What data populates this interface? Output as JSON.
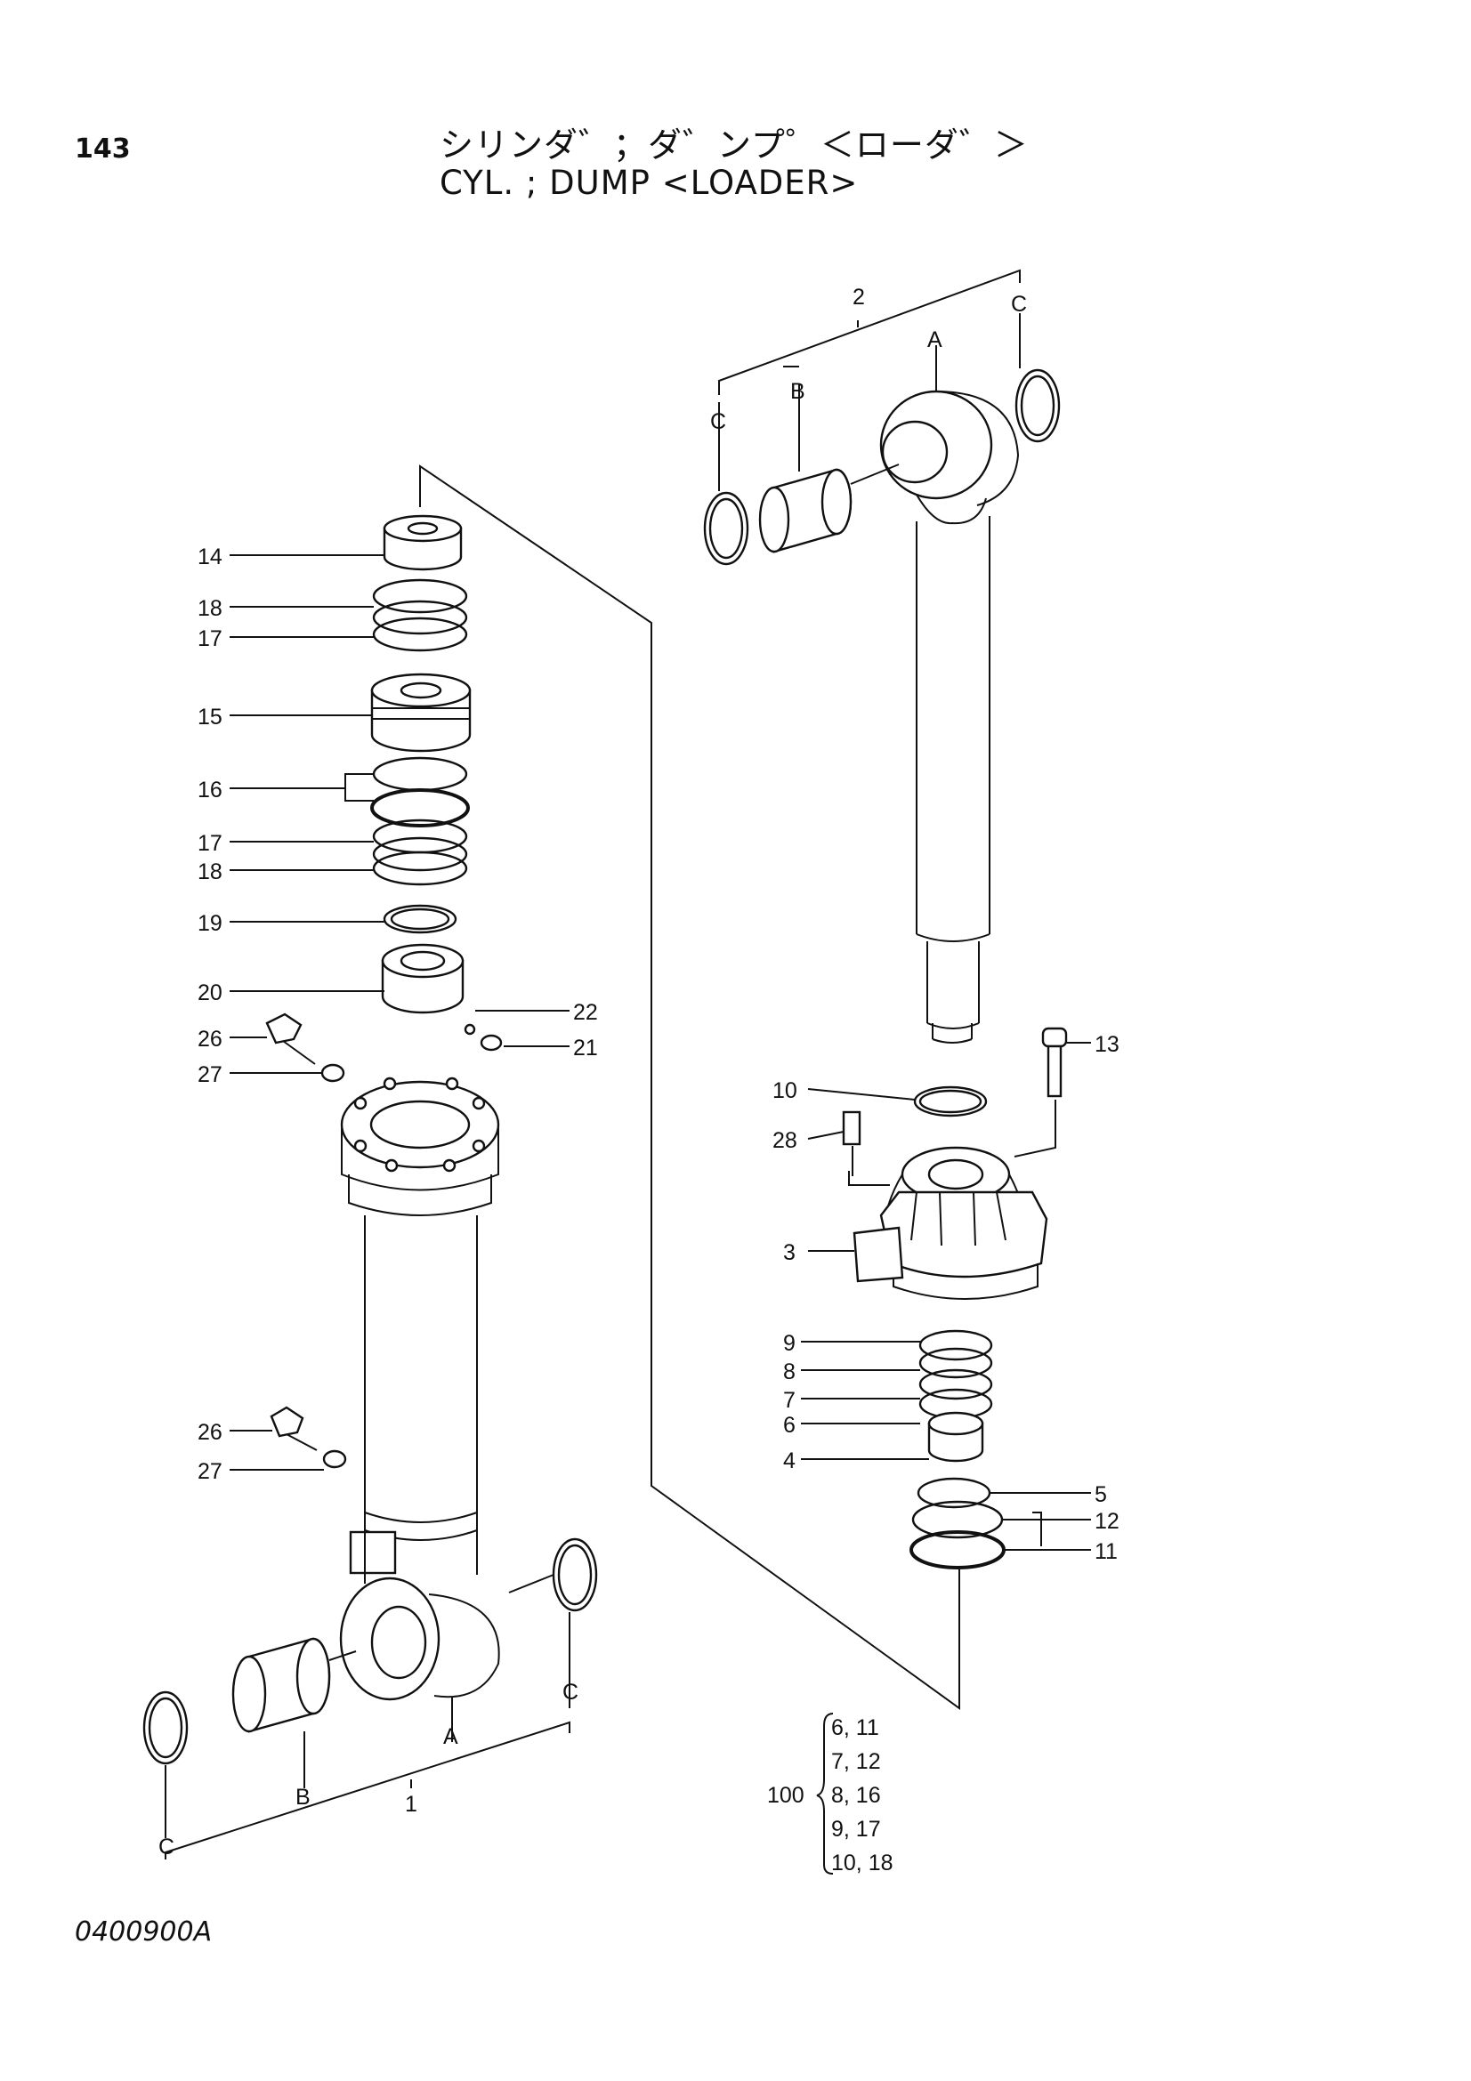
{
  "header": {
    "page_number": "143",
    "title_jp": "シリンダ゛；ダ゛ンプ゜＜ローダ゛＞",
    "title_en": "CYL. ; DUMP <LOADER>"
  },
  "footer": {
    "drawing_code": "0400900A"
  },
  "callouts": {
    "left": [
      "14",
      "18",
      "17",
      "15",
      "16",
      "17",
      "18",
      "19",
      "20",
      "26",
      "27",
      "26",
      "27"
    ],
    "mid": [
      "22",
      "21"
    ],
    "right": [
      "10",
      "28",
      "3",
      "9",
      "8",
      "7",
      "6",
      "4"
    ],
    "right_side": [
      "13",
      "5",
      "12",
      "11"
    ],
    "group_left": {
      "top": "1",
      "a": "A",
      "b": "B",
      "c_left": "C",
      "c_right": "C"
    },
    "group_right": {
      "top": "2",
      "a": "A",
      "b": "B",
      "c_left": "C",
      "c_right": "C"
    }
  },
  "kit": {
    "number": "100",
    "items": [
      "6, 11",
      "7, 12",
      "8, 16",
      "9, 17",
      "10, 18"
    ]
  }
}
